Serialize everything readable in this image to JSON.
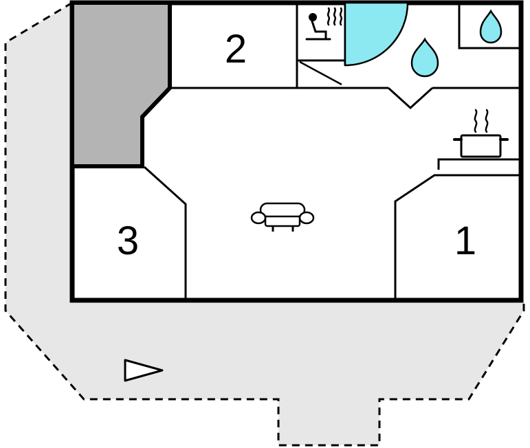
{
  "plan": {
    "rooms": [
      {
        "id": "room-1",
        "label": "1"
      },
      {
        "id": "room-2",
        "label": "2"
      },
      {
        "id": "room-3",
        "label": "3"
      }
    ],
    "colors": {
      "background": "#ffffff",
      "plot_fill": "#e7e7e7",
      "annex_fill": "#b4b4b4",
      "water_fill": "#8ce9f2",
      "line": "#000000"
    },
    "icons": {
      "sauna": "sauna-icon",
      "shower": "shower-icon",
      "bathroom_drop": "water-drop-icon",
      "wc_drop": "water-drop-icon",
      "stove": "cooking-pot-icon",
      "sofa": "sofa-icon",
      "entrance_arrow": "direction-arrow-icon"
    }
  }
}
